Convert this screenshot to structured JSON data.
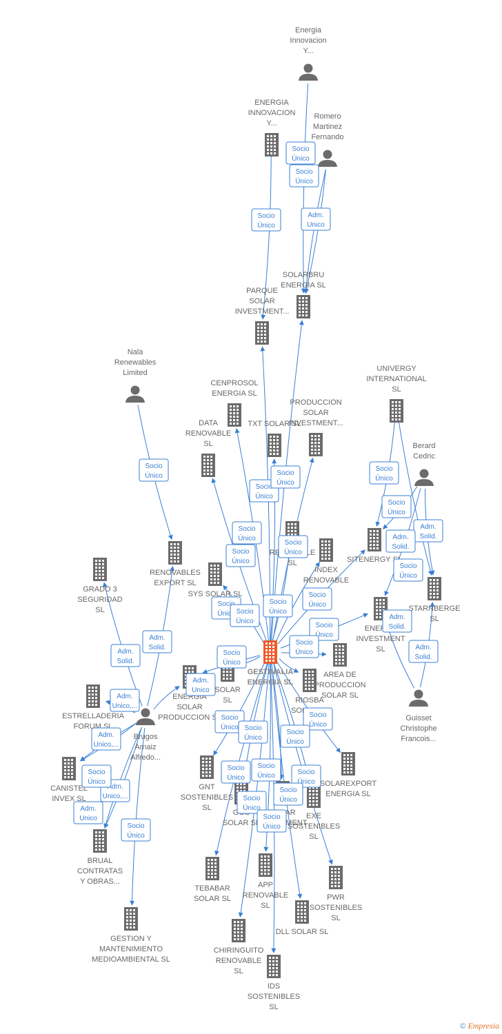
{
  "colors": {
    "edge": "#3a7fd4",
    "node": "#6b6b6b",
    "center": "#f05a28",
    "text": "#666666"
  },
  "center_id": "gestinalia",
  "nodes": [
    {
      "id": "ene_inn_person",
      "type": "person",
      "label": [
        "Energia",
        "Innovacion",
        "Y..."
      ]
    },
    {
      "id": "ene_inn_co",
      "type": "company",
      "label": [
        "ENERGIA",
        "INNOVACION",
        "Y..."
      ]
    },
    {
      "id": "romero",
      "type": "person",
      "label": [
        "Romero",
        "Martinez",
        "Fernando"
      ]
    },
    {
      "id": "parque",
      "type": "company",
      "label": [
        "PARQUE",
        "SOLAR",
        "INVESTMENT..."
      ]
    },
    {
      "id": "solarbru",
      "type": "company",
      "label": [
        "SOLARBRU",
        "ENERGIA  SL"
      ]
    },
    {
      "id": "nala",
      "type": "person",
      "label": [
        "Nala",
        "Renewables",
        "Limited"
      ]
    },
    {
      "id": "cenprosol",
      "type": "company",
      "label": [
        "CENPROSOL",
        "ENERGIA  SL"
      ]
    },
    {
      "id": "data_ren",
      "type": "company",
      "label": [
        "DATA",
        "RENOVABLE",
        "SL"
      ]
    },
    {
      "id": "txt",
      "type": "company",
      "label": [
        "TXT SOLAR  SL"
      ]
    },
    {
      "id": "prod_inv",
      "type": "company",
      "label": [
        "PRODUCCION",
        "SOLAR",
        "INVESTMENT..."
      ]
    },
    {
      "id": "univergy",
      "type": "company",
      "label": [
        "UNIVERGY",
        "INTERNATIONAL",
        "SL"
      ]
    },
    {
      "id": "berard",
      "type": "person",
      "label": [
        "Berard",
        "Cedric"
      ]
    },
    {
      "id": "ren_export",
      "type": "company",
      "label": [
        "RENOVABLES",
        "EXPORT  SL"
      ]
    },
    {
      "id": "grado3",
      "type": "company",
      "label": [
        "GRADO 3",
        "SEGURIDAD",
        "SL"
      ]
    },
    {
      "id": "sys",
      "type": "company",
      "label": [
        "SYS SOLAR  SL"
      ]
    },
    {
      "id": "ren_mid",
      "type": "company",
      "label": [
        "RENOVABLE",
        "SL"
      ]
    },
    {
      "id": "index",
      "type": "company",
      "label": [
        "INDEX",
        "RENOVABLE"
      ]
    },
    {
      "id": "sitenergy",
      "type": "company",
      "label": [
        "SITENERGY  SL"
      ]
    },
    {
      "id": "starnberg",
      "type": "company",
      "label": [
        "STARNBERGE",
        "SL"
      ]
    },
    {
      "id": "energy_inv",
      "type": "company",
      "label": [
        "ENERGY",
        "INVESTMENT",
        "SL"
      ]
    },
    {
      "id": "gestinalia",
      "type": "company",
      "label": [
        "GESTINALIA",
        "ENERGIA  SL"
      ]
    },
    {
      "id": "area",
      "type": "company",
      "label": [
        "AREA DE",
        "PRODUCCION",
        "SOLAR  SL"
      ]
    },
    {
      "id": "guisset",
      "type": "person",
      "label": [
        "Guisset",
        "Christophe",
        "Francois..."
      ]
    },
    {
      "id": "estrell",
      "type": "company",
      "label": [
        "ESTRELLADERIA",
        "FORUM  SL"
      ]
    },
    {
      "id": "ene_solar_prod",
      "type": "company",
      "label": [
        "ENERGIA",
        "SOLAR",
        "PRODUCCION SL"
      ]
    },
    {
      "id": "solar_sl",
      "type": "company",
      "label": [
        "SOLAR",
        "SL"
      ]
    },
    {
      "id": "riosba",
      "type": "company",
      "label": [
        "RIOSBA",
        "SOLAR SL"
      ]
    },
    {
      "id": "brugos",
      "type": "person",
      "label": [
        "Brugos",
        "Arnaiz",
        "Alfredo..."
      ]
    },
    {
      "id": "canistel",
      "type": "company",
      "label": [
        "CANISTEL",
        "INVEX  SL"
      ]
    },
    {
      "id": "gnt",
      "type": "company",
      "label": [
        "GNT",
        "SOSTENIBLES",
        "SL"
      ]
    },
    {
      "id": "gos",
      "type": "company",
      "label": [
        "GOS",
        "SOLAR  SL"
      ]
    },
    {
      "id": "solar_inv2",
      "type": "company",
      "label": [
        "SOLAR",
        "INVESTMENT"
      ]
    },
    {
      "id": "solarexport",
      "type": "company",
      "label": [
        "SOLAREXPORT",
        "ENERGIA  SL"
      ]
    },
    {
      "id": "exe",
      "type": "company",
      "label": [
        "EXE",
        "SOSTENIBLES",
        "SL"
      ]
    },
    {
      "id": "brual",
      "type": "company",
      "label": [
        "BRUAL",
        "CONTRATAS",
        "Y OBRAS..."
      ]
    },
    {
      "id": "tebabar",
      "type": "company",
      "label": [
        "TEBABAR",
        "SOLAR  SL"
      ]
    },
    {
      "id": "app",
      "type": "company",
      "label": [
        "APP",
        "RENOVABLE",
        "SL"
      ]
    },
    {
      "id": "pwr",
      "type": "company",
      "label": [
        "PWR",
        "SOSTENIBLES",
        "SL"
      ]
    },
    {
      "id": "gestion",
      "type": "company",
      "label": [
        "GESTION Y",
        "MANTENIMIENTO",
        "MEDIOAMBIENTAL SL"
      ]
    },
    {
      "id": "chiringuito",
      "type": "company",
      "label": [
        "CHIRINGUITO",
        "RENOVABLE",
        "SL"
      ]
    },
    {
      "id": "dll",
      "type": "company",
      "label": [
        "DLL SOLAR  SL"
      ]
    },
    {
      "id": "ids",
      "type": "company",
      "label": [
        "IDS",
        "SOSTENIBLES",
        "SL"
      ]
    }
  ],
  "edges": [
    {
      "from": "ene_inn_person",
      "to": "solarbru",
      "label": [
        "Socio",
        "Único"
      ]
    },
    {
      "from": "romero",
      "to": "solarbru",
      "label": [
        "Socio",
        "Único"
      ]
    },
    {
      "from": "romero",
      "to": "solarbru",
      "label": [
        "Adm.",
        "Unico"
      ]
    },
    {
      "from": "ene_inn_co",
      "to": "parque",
      "label": [
        "Socio",
        "Único"
      ]
    },
    {
      "from": "nala",
      "to": "ren_export",
      "label": [
        "Socio",
        "Único"
      ]
    },
    {
      "from": "gestinalia",
      "to": "parque",
      "label": []
    },
    {
      "from": "gestinalia",
      "to": "solarbru",
      "label": []
    },
    {
      "from": "gestinalia",
      "to": "cenprosol",
      "label": []
    },
    {
      "from": "gestinalia",
      "to": "data_ren",
      "label": [
        "Socio",
        "Único"
      ]
    },
    {
      "from": "gestinalia",
      "to": "txt",
      "label": [
        "Socio",
        "Único"
      ]
    },
    {
      "from": "gestinalia",
      "to": "prod_inv",
      "label": [
        "Socio",
        "Único"
      ]
    },
    {
      "from": "gestinalia",
      "to": "ren_mid",
      "label": [
        "Socio",
        "Único"
      ]
    },
    {
      "from": "gestinalia",
      "to": "index",
      "label": [
        "Socio",
        "Único"
      ]
    },
    {
      "from": "gestinalia",
      "to": "sys",
      "label": [
        "Socio",
        "Único"
      ]
    },
    {
      "from": "gestinalia",
      "to": "sitenergy",
      "label": [
        "Socio",
        "Único"
      ]
    },
    {
      "from": "gestinalia",
      "to": "energy_inv",
      "label": [
        "Socio",
        "Único"
      ]
    },
    {
      "from": "gestinalia",
      "to": "area",
      "label": [
        "Socio",
        "Único"
      ]
    },
    {
      "from": "gestinalia",
      "to": "solar_sl",
      "label": [
        "Socio",
        "Único"
      ]
    },
    {
      "from": "gestinalia",
      "to": "riosba",
      "label": [
        "Socio",
        "Único"
      ]
    },
    {
      "from": "gestinalia",
      "to": "gnt",
      "label": [
        "Socio",
        "Único"
      ]
    },
    {
      "from": "gestinalia",
      "to": "gos",
      "label": [
        "Socio",
        "Único"
      ]
    },
    {
      "from": "gestinalia",
      "to": "solar_inv2",
      "label": [
        "Socio",
        "Único"
      ]
    },
    {
      "from": "gestinalia",
      "to": "solarexport",
      "label": [
        "Socio",
        "Único"
      ]
    },
    {
      "from": "gestinalia",
      "to": "exe",
      "label": [
        "Socio",
        "Único"
      ]
    },
    {
      "from": "gestinalia",
      "to": "tebabar",
      "label": [
        "Socio",
        "Único"
      ]
    },
    {
      "from": "gestinalia",
      "to": "app",
      "label": [
        "Socio",
        "Único"
      ]
    },
    {
      "from": "gestinalia",
      "to": "pwr",
      "label": [
        "Socio",
        "Único"
      ]
    },
    {
      "from": "gestinalia",
      "to": "chiringuito",
      "label": [
        "Socio",
        "Único"
      ]
    },
    {
      "from": "gestinalia",
      "to": "dll",
      "label": [
        "Socio",
        "Único"
      ]
    },
    {
      "from": "gestinalia",
      "to": "ids",
      "label": [
        "Socio",
        "Único"
      ]
    },
    {
      "from": "gestinalia",
      "to": "ene_solar_prod",
      "label": [
        "Socio",
        "Único"
      ]
    },
    {
      "from": "univergy",
      "to": "sitenergy",
      "label": [
        "Socio",
        "Único"
      ]
    },
    {
      "from": "univergy",
      "to": "starnberg",
      "label": [
        "Socio",
        "Único"
      ]
    },
    {
      "from": "berard",
      "to": "sitenergy",
      "label": [
        "Adm.",
        "Solid."
      ]
    },
    {
      "from": "berard",
      "to": "starnberg",
      "label": [
        "Adm.",
        "Solid."
      ]
    },
    {
      "from": "berard",
      "to": "energy_inv",
      "label": [
        "Adm.",
        "Solid."
      ]
    },
    {
      "from": "guisset",
      "to": "energy_inv",
      "label": [
        "Adm.",
        "Solid."
      ]
    },
    {
      "from": "guisset",
      "to": "starnberg",
      "label": [
        "Adm.",
        "Solid."
      ]
    },
    {
      "from": "brugos",
      "to": "grado3",
      "label": [
        "Adm.",
        "Solid."
      ]
    },
    {
      "from": "brugos",
      "to": "ren_export",
      "label": [
        "Adm.",
        "Unico"
      ]
    },
    {
      "from": "brugos",
      "to": "ene_solar_prod",
      "label": [
        "Adm.",
        "Unico,..."
      ]
    },
    {
      "from": "brugos",
      "to": "estrell",
      "label": [
        "Adm.",
        "Unico,..."
      ]
    },
    {
      "from": "brugos",
      "to": "canistel",
      "label": [
        "Adm.",
        "Unico,..."
      ]
    },
    {
      "from": "brugos",
      "to": "canistel",
      "label": [
        "Socio",
        "Único"
      ]
    },
    {
      "from": "brugos",
      "to": "brual",
      "label": [
        "Adm.",
        "Unico"
      ]
    },
    {
      "from": "brugos",
      "to": "brual",
      "label": [
        "Socio",
        "Único"
      ]
    },
    {
      "from": "brugos",
      "to": "gestion",
      "label": [
        "Adm.",
        "Unico"
      ]
    }
  ],
  "footer": {
    "symbol": "©",
    "brand": "Empresia"
  }
}
